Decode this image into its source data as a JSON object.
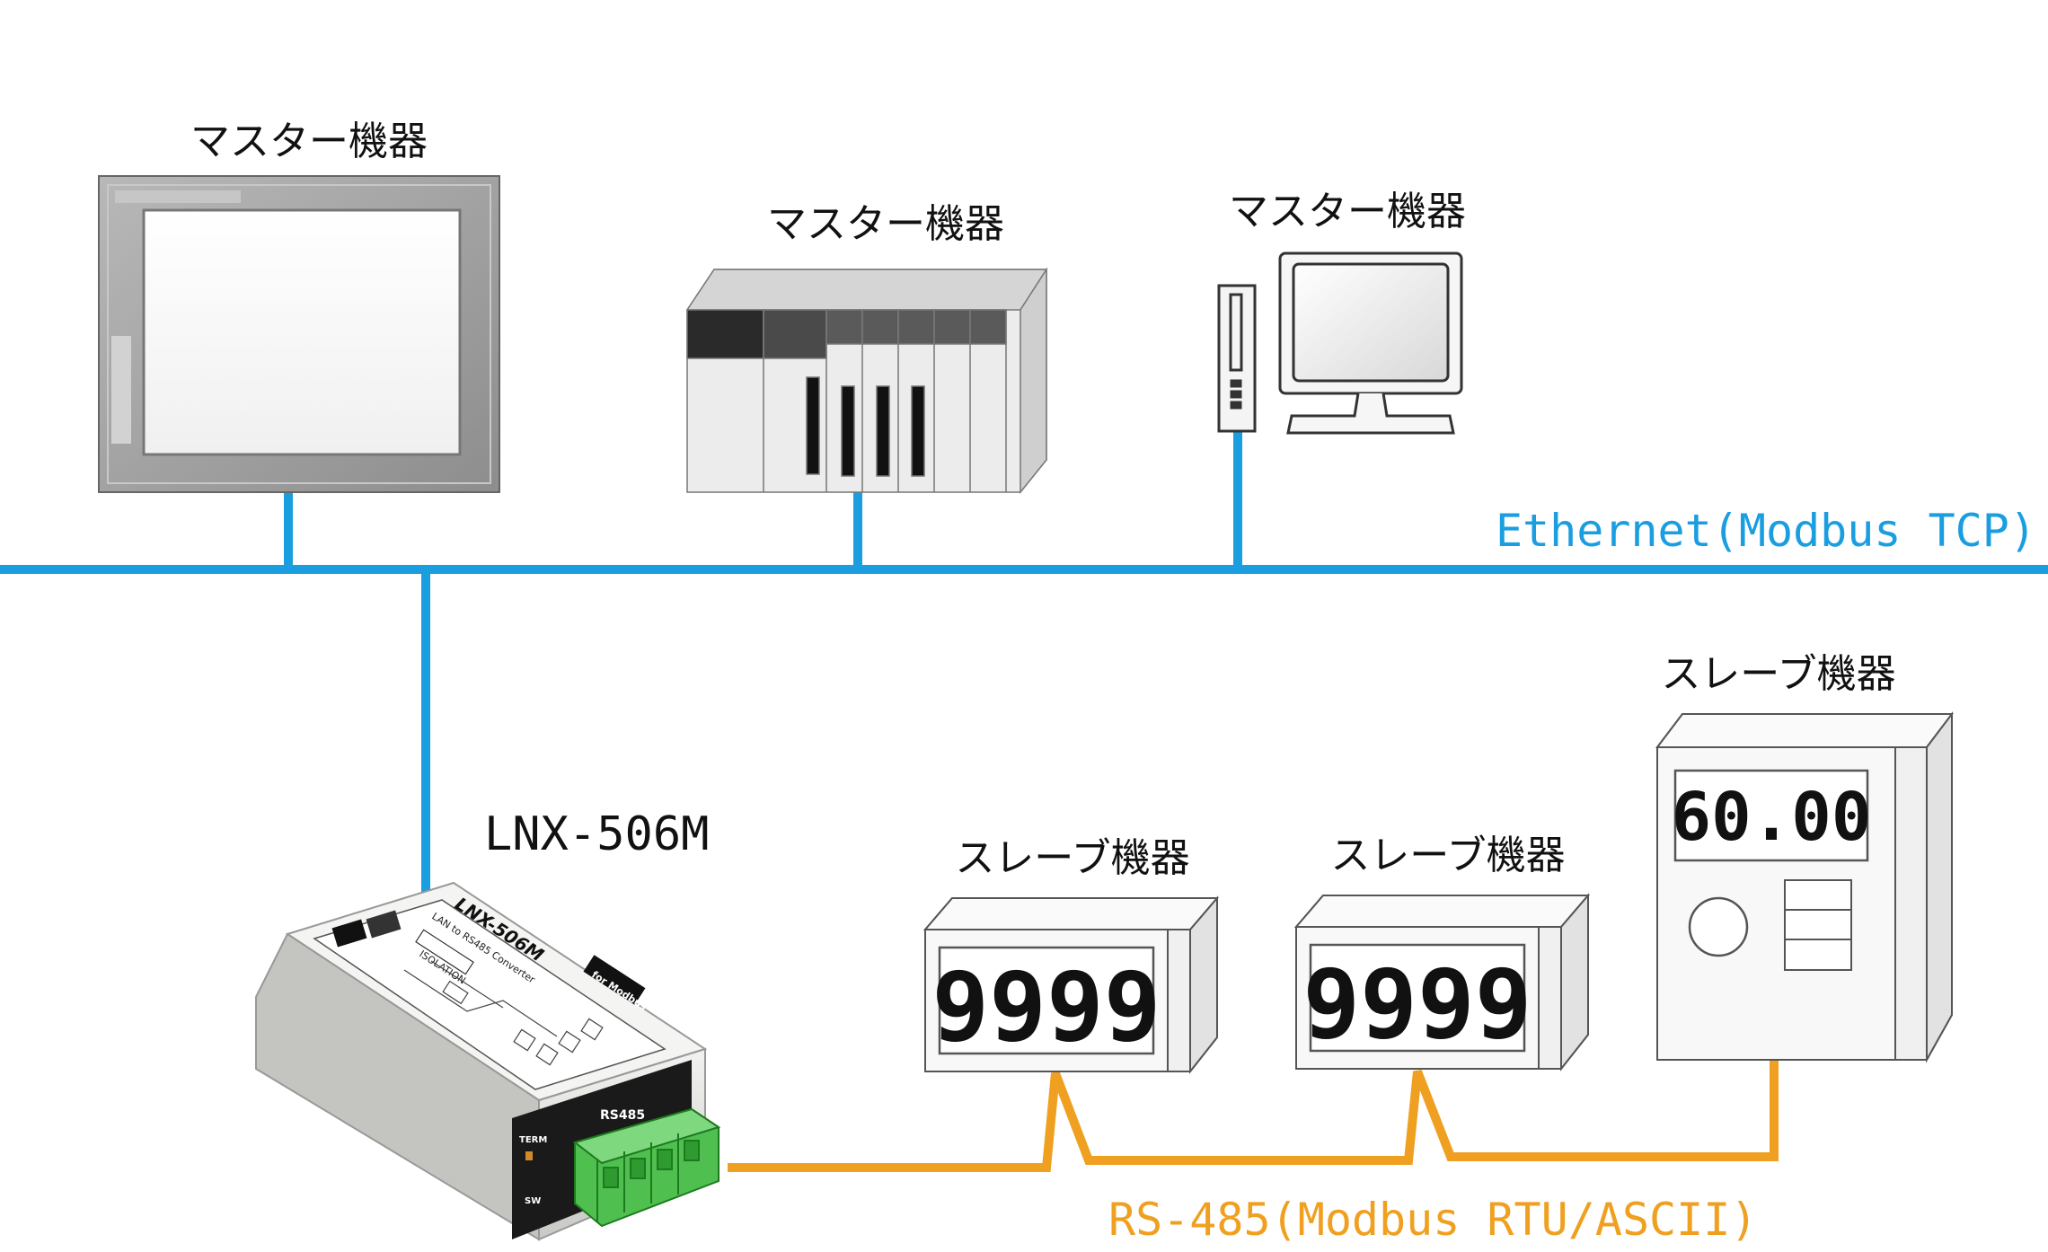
{
  "colors": {
    "ethernet_line": "#1a9ee0",
    "rs485_line": "#f0a020",
    "device_gray": "#9a9a9a",
    "terminal_green": "#4fc04f"
  },
  "labels": {
    "master_hmi": "マスター機器",
    "master_plc": "マスター機器",
    "master_pc": "マスター機器",
    "slave_meter1": "スレーブ機器",
    "slave_meter2": "スレーブ機器",
    "slave_controller": "スレーブ機器"
  },
  "networks": {
    "ethernet": "Ethernet(Modbus TCP)",
    "rs485": "RS-485(Modbus RTU/ASCII)"
  },
  "converter": {
    "model_label": "LNX-506M",
    "case_model": "LNX-506M",
    "case_subtitle": "LAN to RS485 Converter",
    "isolation": "ISOLATION",
    "for_modbus": "for Modbus",
    "rs485_port": "RS485",
    "term": "TERM",
    "sw": "SW"
  },
  "displays": {
    "meter1": "9999",
    "meter2": "9999",
    "controller": "60.00"
  },
  "icons": [
    "touch-panel-hmi-icon",
    "plc-icon",
    "desktop-pc-icon",
    "lan-converter-icon",
    "panel-meter-icon",
    "temperature-controller-icon"
  ]
}
